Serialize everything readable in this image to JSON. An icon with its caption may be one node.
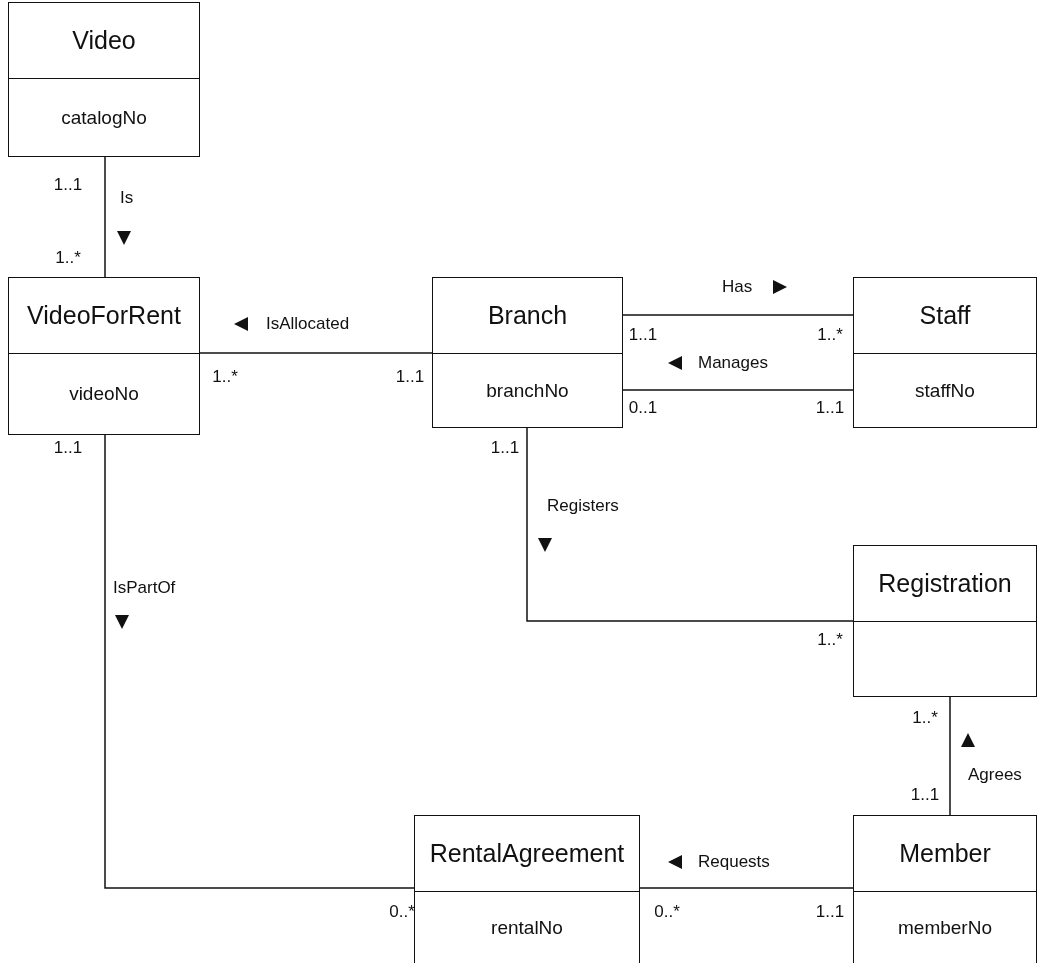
{
  "diagram": {
    "nodes": [
      {
        "text": [
          "Video",
          "catalogNo"
        ]
      },
      {
        "text": [
          "VideoForRent",
          "videoNo"
        ]
      },
      {
        "text": [
          "Branch",
          "branchNo"
        ]
      },
      {
        "text": [
          "Staff",
          "staffNo"
        ]
      },
      {
        "text": [
          "Registration"
        ]
      },
      {
        "text": [
          "RentalAgreement",
          "rentalNo"
        ]
      },
      {
        "text": [
          "Member",
          "memberNo"
        ]
      }
    ],
    "edges": [
      {
        "from": 0,
        "to": 1,
        "arrow": "none",
        "label": "Is"
      },
      {
        "from": 1,
        "to": 2,
        "arrow": "none",
        "label": "IsAllocated"
      },
      {
        "from": 2,
        "to": 3,
        "arrow": "none",
        "label": "Has"
      },
      {
        "from": 2,
        "to": 3,
        "arrow": "none",
        "label": "Manages"
      },
      {
        "from": 2,
        "to": 4,
        "arrow": "none",
        "label": "Registers"
      },
      {
        "from": 1,
        "to": 5,
        "arrow": "none",
        "label": "IsPartOf"
      },
      {
        "from": 5,
        "to": 6,
        "arrow": "none",
        "label": "Requests"
      },
      {
        "from": 4,
        "to": 6,
        "arrow": "none",
        "label": "Agrees"
      }
    ],
    "labels": [
      "1..1",
      "1..*",
      "1..1",
      "1..*",
      "1..*",
      "1..1",
      "0..1",
      "1..1",
      "1..1",
      "1..1",
      "1..*",
      "1..*",
      "1..1",
      "0..*",
      "0..*",
      "1..1"
    ]
  }
}
